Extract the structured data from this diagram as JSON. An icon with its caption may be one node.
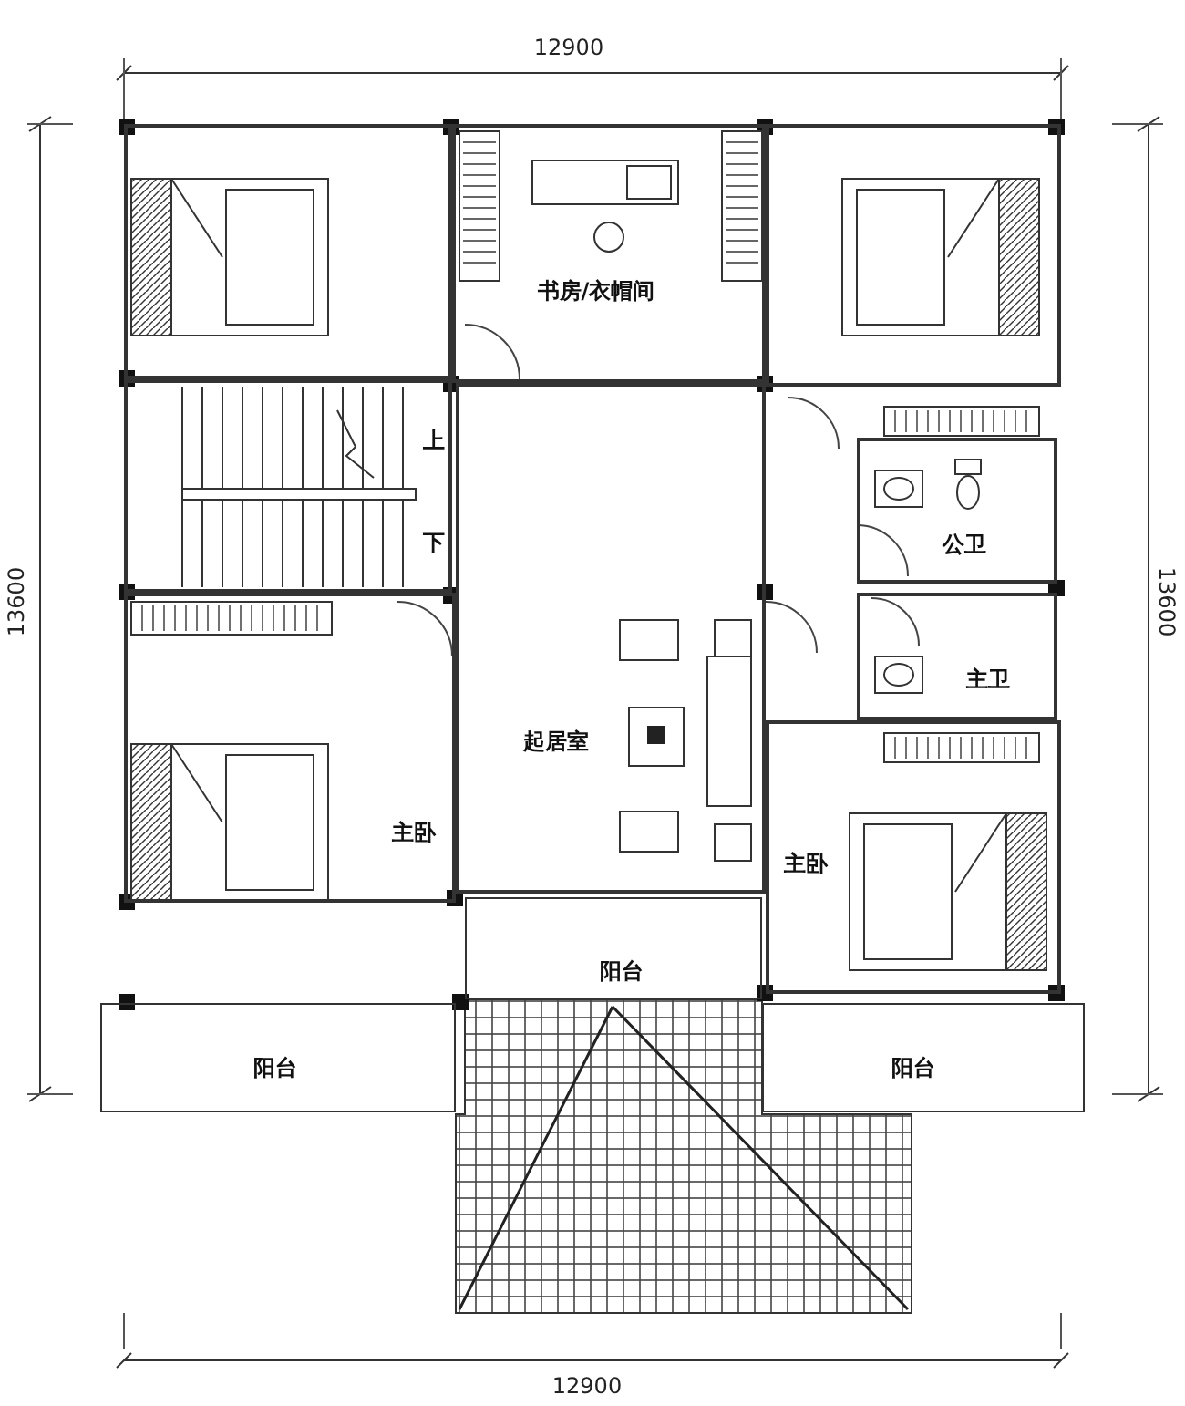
{
  "diagram": {
    "nodes": [
      {
        "text": [],
        "shape": "box"
      },
      {
        "text": [
          "书房/衣帽间"
        ]
      },
      {
        "text": [],
        "shape": "box"
      },
      {
        "text": [
          "上",
          "下"
        ]
      },
      {
        "text": [
          "公卫"
        ]
      },
      {
        "text": [
          "主卫"
        ]
      },
      {
        "text": [
          "主卧"
        ]
      },
      {
        "text": [
          "起居室"
        ]
      },
      {
        "text": [
          "主卧"
        ]
      },
      {
        "text": [
          "阳台"
        ]
      },
      {
        "text": [
          "阳台"
        ]
      },
      {
        "text": [
          "阳台"
        ]
      }
    ],
    "labels": [
      "12900",
      "13600",
      "13600",
      "12900"
    ]
  }
}
